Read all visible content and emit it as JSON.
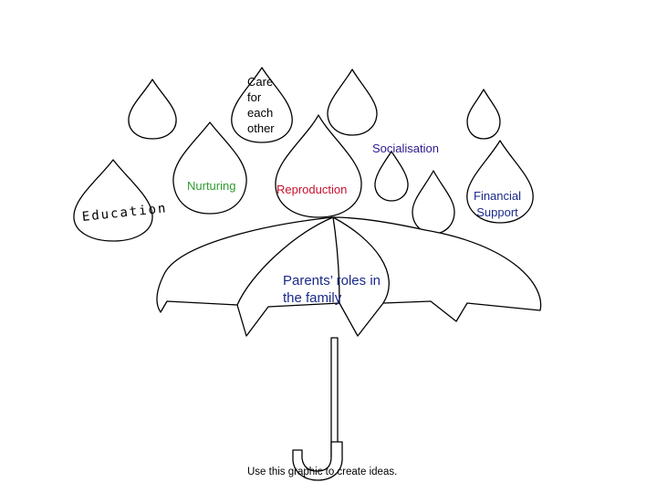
{
  "labels": {
    "care": "Care\nfor\neach\nother",
    "socialisation": "Socialisation",
    "nurturing": "Nurturing",
    "reproduction": "Reproduction",
    "financial": "Financial\nSupport",
    "education": "Education",
    "center": "Parents’ roles in\nthe family",
    "footer": "Use this graphic to create ideas."
  },
  "colors": {
    "socialisation": "#2a1a8e",
    "nurturing": "#2f9a2f",
    "reproduction": "#c8102e",
    "financial": "#1a2a8a",
    "center": "#1a2a8a"
  }
}
